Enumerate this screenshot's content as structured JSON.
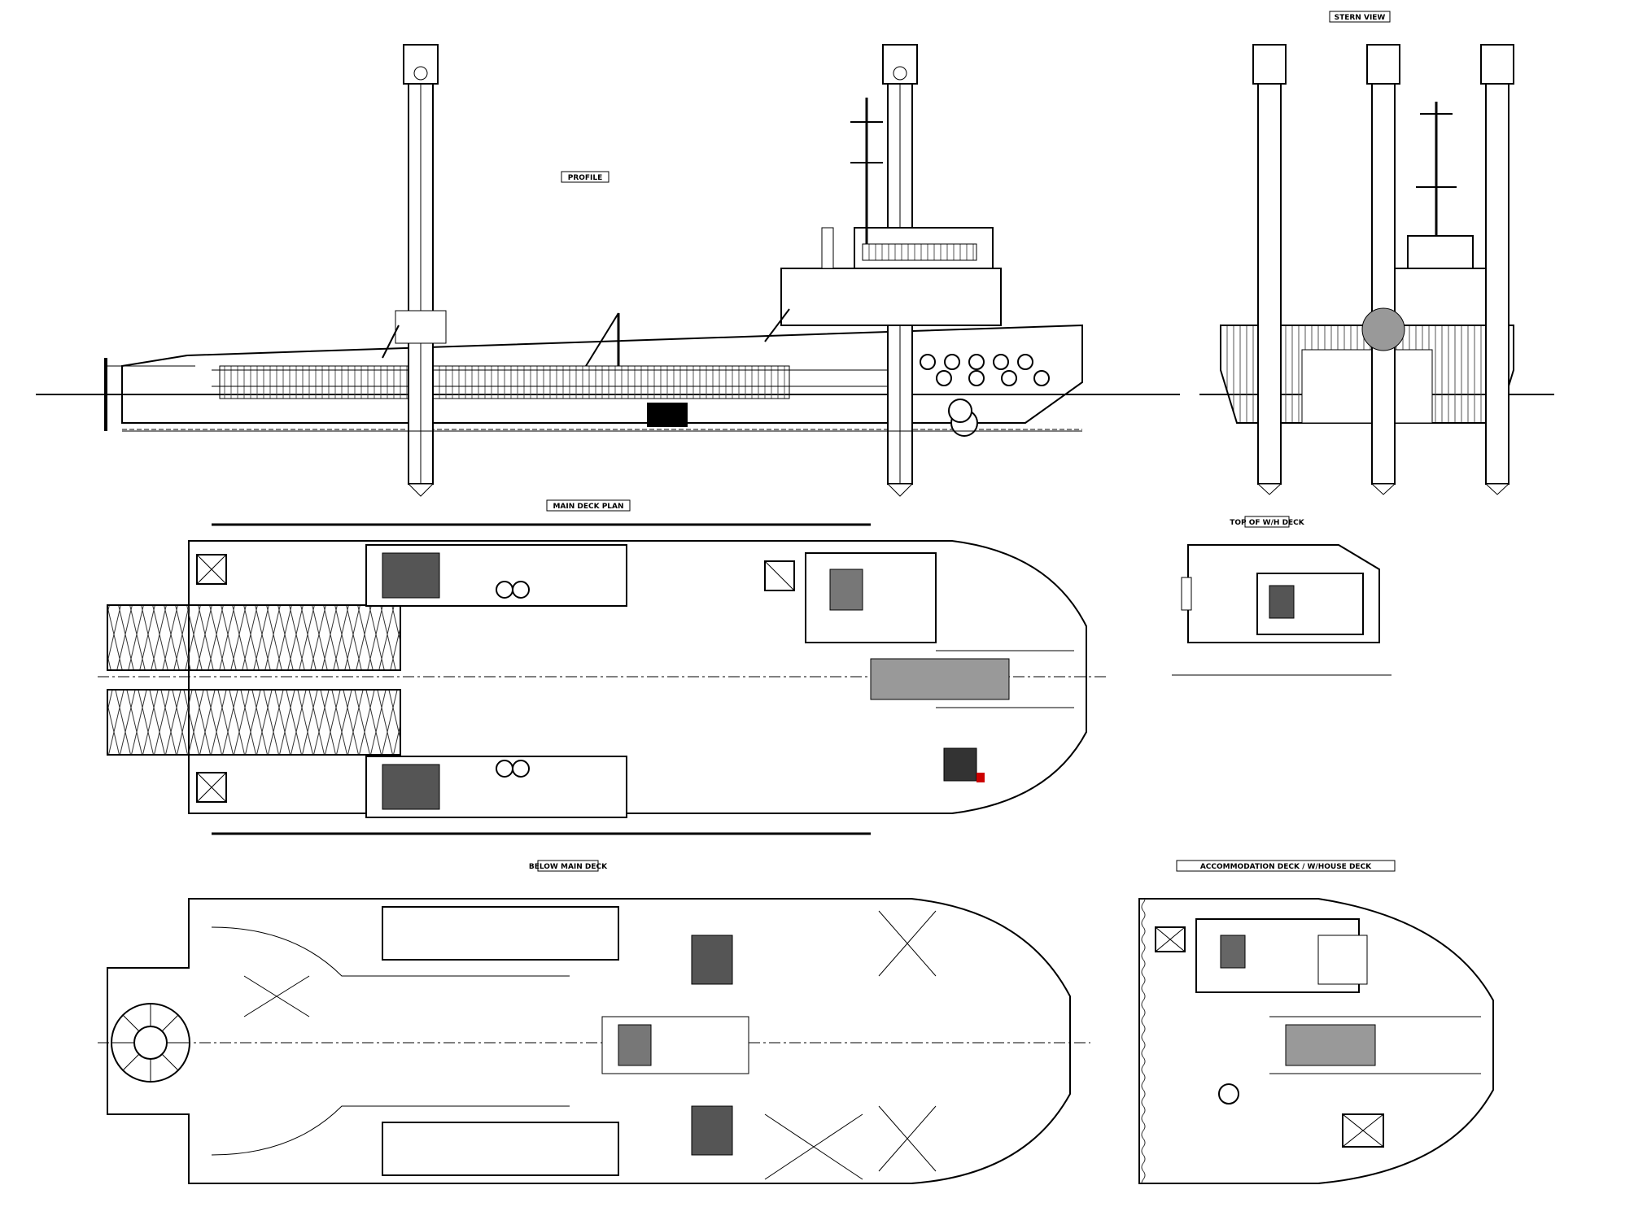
{
  "drawing": {
    "type": "general arrangement drawing",
    "views": [
      {
        "id": "profile",
        "label": "PROFILE"
      },
      {
        "id": "stern",
        "label": "STERN VIEW"
      },
      {
        "id": "main-deck",
        "label": "MAIN DECK PLAN"
      },
      {
        "id": "wheelhouse",
        "label": "TOP OF W/H DECK"
      },
      {
        "id": "below-main-deck",
        "label": "BELOW MAIN DECK"
      },
      {
        "id": "accommodation",
        "label": "ACCOMMODATION DECK / W/HOUSE DECK"
      }
    ],
    "colors": {
      "ink": "#000000",
      "paper": "#ffffff",
      "hatch": "#555555",
      "highlight": "#cc0000"
    }
  }
}
